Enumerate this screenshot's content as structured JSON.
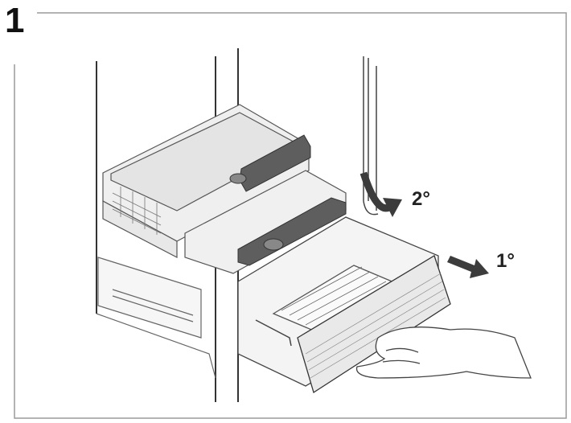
{
  "step": {
    "number": "1"
  },
  "labels": {
    "step_lift": "2°",
    "step_pull": "1°"
  },
  "colors": {
    "line": "#333333",
    "gasket": "#5e5e5e",
    "drawer_fill": "#f2f2f2",
    "arrow": "#3c3c3c"
  }
}
